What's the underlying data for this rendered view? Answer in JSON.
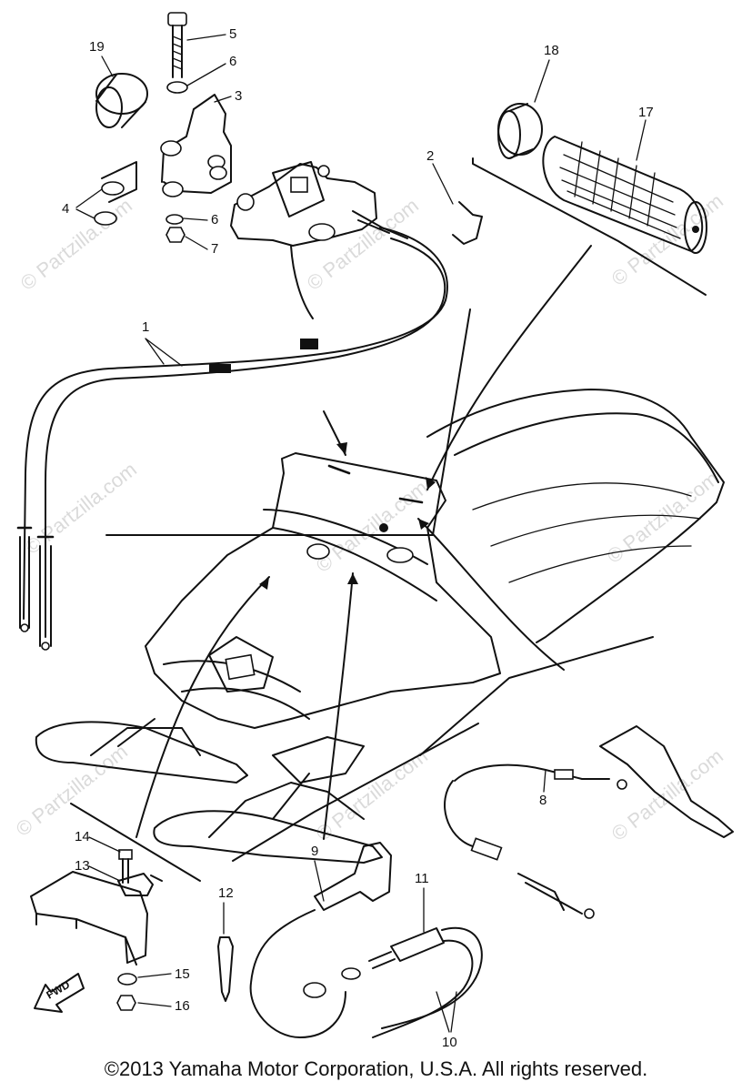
{
  "callouts": [
    "1",
    "2",
    "3",
    "4",
    "5",
    "6",
    "6",
    "7",
    "8",
    "9",
    "10",
    "11",
    "12",
    "13",
    "14",
    "15",
    "16",
    "17",
    "18",
    "19"
  ],
  "watermark": "© Partzilla.com",
  "fwd_label": "FWD",
  "copyright": "©2013 Yamaha Motor Corporation, U.S.A. All rights reserved."
}
